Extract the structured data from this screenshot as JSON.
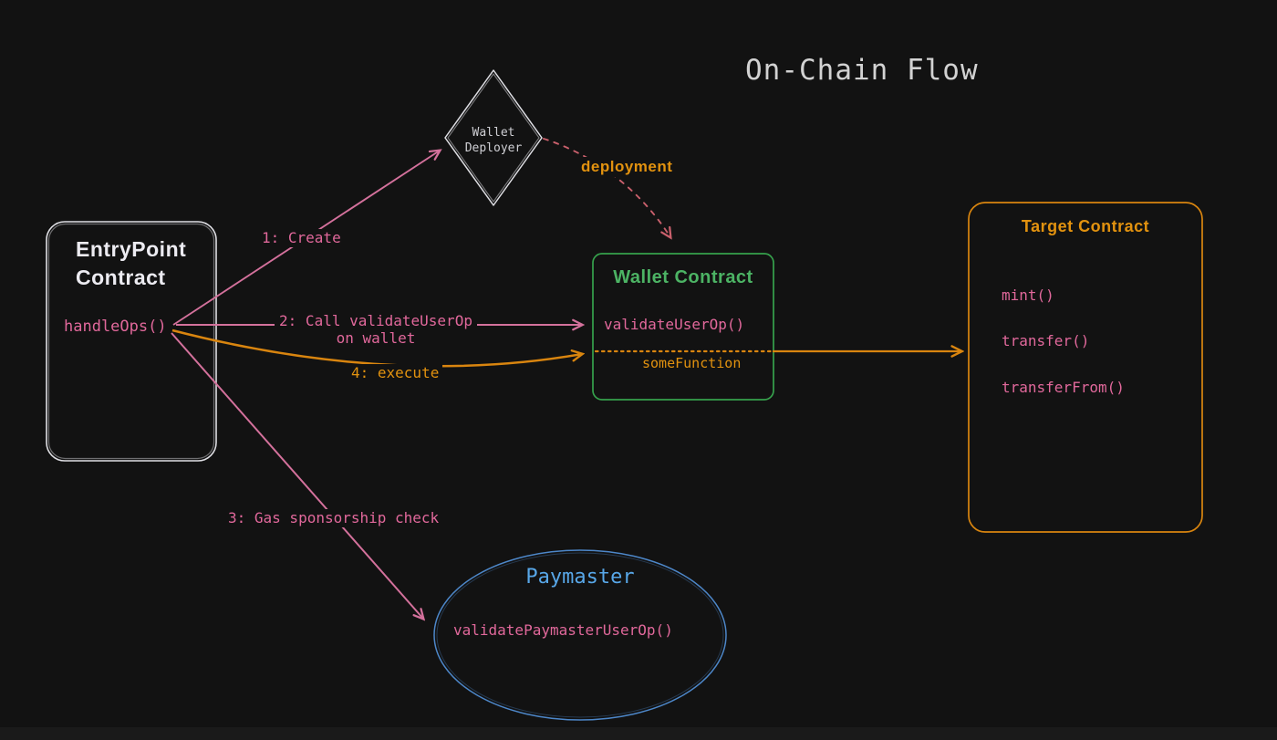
{
  "title": "On-Chain Flow",
  "colors": {
    "bg": "#121212",
    "pink": "#d4719c",
    "pink-text": "#e1689b",
    "orange": "#d9850f",
    "orange-text": "#e2920f",
    "green": "#36a14c",
    "green-text": "#4cb364",
    "blue": "#4d87c9",
    "blue-text": "#58a7e8",
    "rose": "#c9606c",
    "white-stroke": "#dfdfe4",
    "white-text": "#ecebf1",
    "gray-text": "#cfcfd4",
    "title-text": "#d2d2d2"
  },
  "nodes": {
    "entrypoint": {
      "title": "EntryPoint\nContract",
      "method": "handleOps()"
    },
    "wallet_deployer": {
      "title": "Wallet\nDeployer"
    },
    "wallet_contract": {
      "title": "Wallet Contract",
      "method": "validateUserOp()",
      "pass_through": "someFunction"
    },
    "target_contract": {
      "title": "Target Contract",
      "methods": [
        "mint()",
        "transfer()",
        "transferFrom()"
      ]
    },
    "paymaster": {
      "title": "Paymaster",
      "method": "validatePaymasterUserOp()"
    }
  },
  "edges": {
    "create": {
      "label": "1: Create"
    },
    "call_validate": {
      "label": "2: Call validateUserOp\non wallet"
    },
    "gas_check": {
      "label": "3: Gas sponsorship check"
    },
    "execute": {
      "label": "4: execute"
    },
    "deployment": {
      "label": "deployment"
    }
  }
}
